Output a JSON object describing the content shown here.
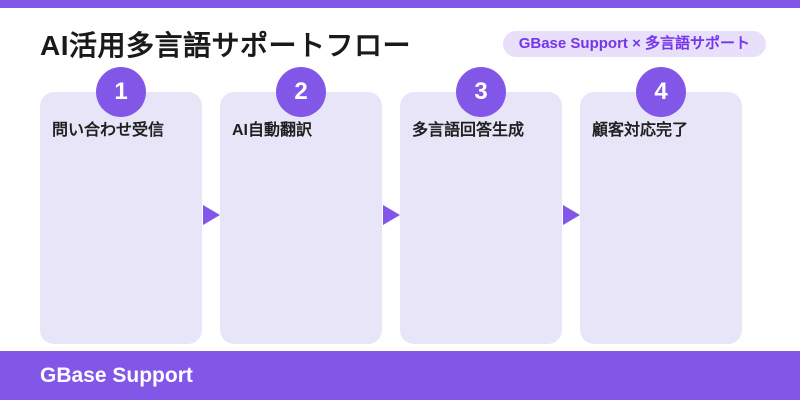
{
  "page": {
    "title": "AI活用多言語サポートフロー",
    "badge_label": "GBase Support × 多言語サポート",
    "footer_brand": "GBase Support"
  },
  "colors": {
    "accent_purple": "#8257E8",
    "card_background": "#E9E5F8",
    "badge_background": "#E8DFFB",
    "badge_text": "#7635EA",
    "title_text": "#1A1A1A",
    "step_number_text": "#FFFFFF"
  },
  "icons": {
    "flow_arrow": "right-pointing-triangle"
  },
  "flow": {
    "steps": [
      {
        "number": "1",
        "label": "問い合わせ受信"
      },
      {
        "number": "2",
        "label": "AI自動翻訳"
      },
      {
        "number": "3",
        "label": "多言語回答生成"
      },
      {
        "number": "4",
        "label": "顧客対応完了"
      }
    ]
  }
}
